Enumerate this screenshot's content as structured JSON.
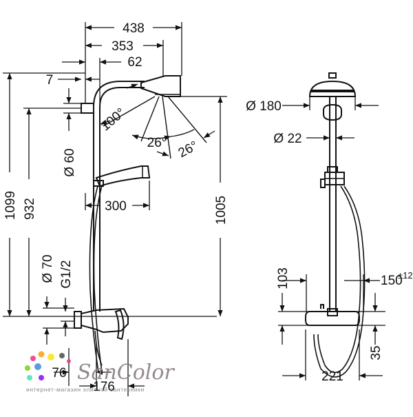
{
  "left_view": {
    "labels": {
      "w438": "438",
      "w353": "353",
      "w62": "62",
      "w7": "7",
      "a100": "100°",
      "a26a": "26°",
      "a26b": "26°",
      "d60": "Ø 60",
      "w300": "300",
      "h1099": "1099",
      "h932": "932",
      "h1005": "1005",
      "d70": "Ø 70",
      "g12": "G1/2",
      "w76": "76",
      "w176": "176"
    }
  },
  "right_view": {
    "labels": {
      "d180": "Ø 180",
      "d22": "Ø 22",
      "h103": "103",
      "w150": "150",
      "tol12": "±12",
      "h35": "35",
      "w221": "221"
    }
  },
  "watermark": {
    "brand": "SanColor",
    "tagline": "интернет-магазин элитной сантехники",
    "colors": [
      "#e83e8c",
      "#f5a623",
      "#f8e71c",
      "#7ed321",
      "#4a90e2",
      "#9013fe",
      "#50e3c2"
    ]
  }
}
